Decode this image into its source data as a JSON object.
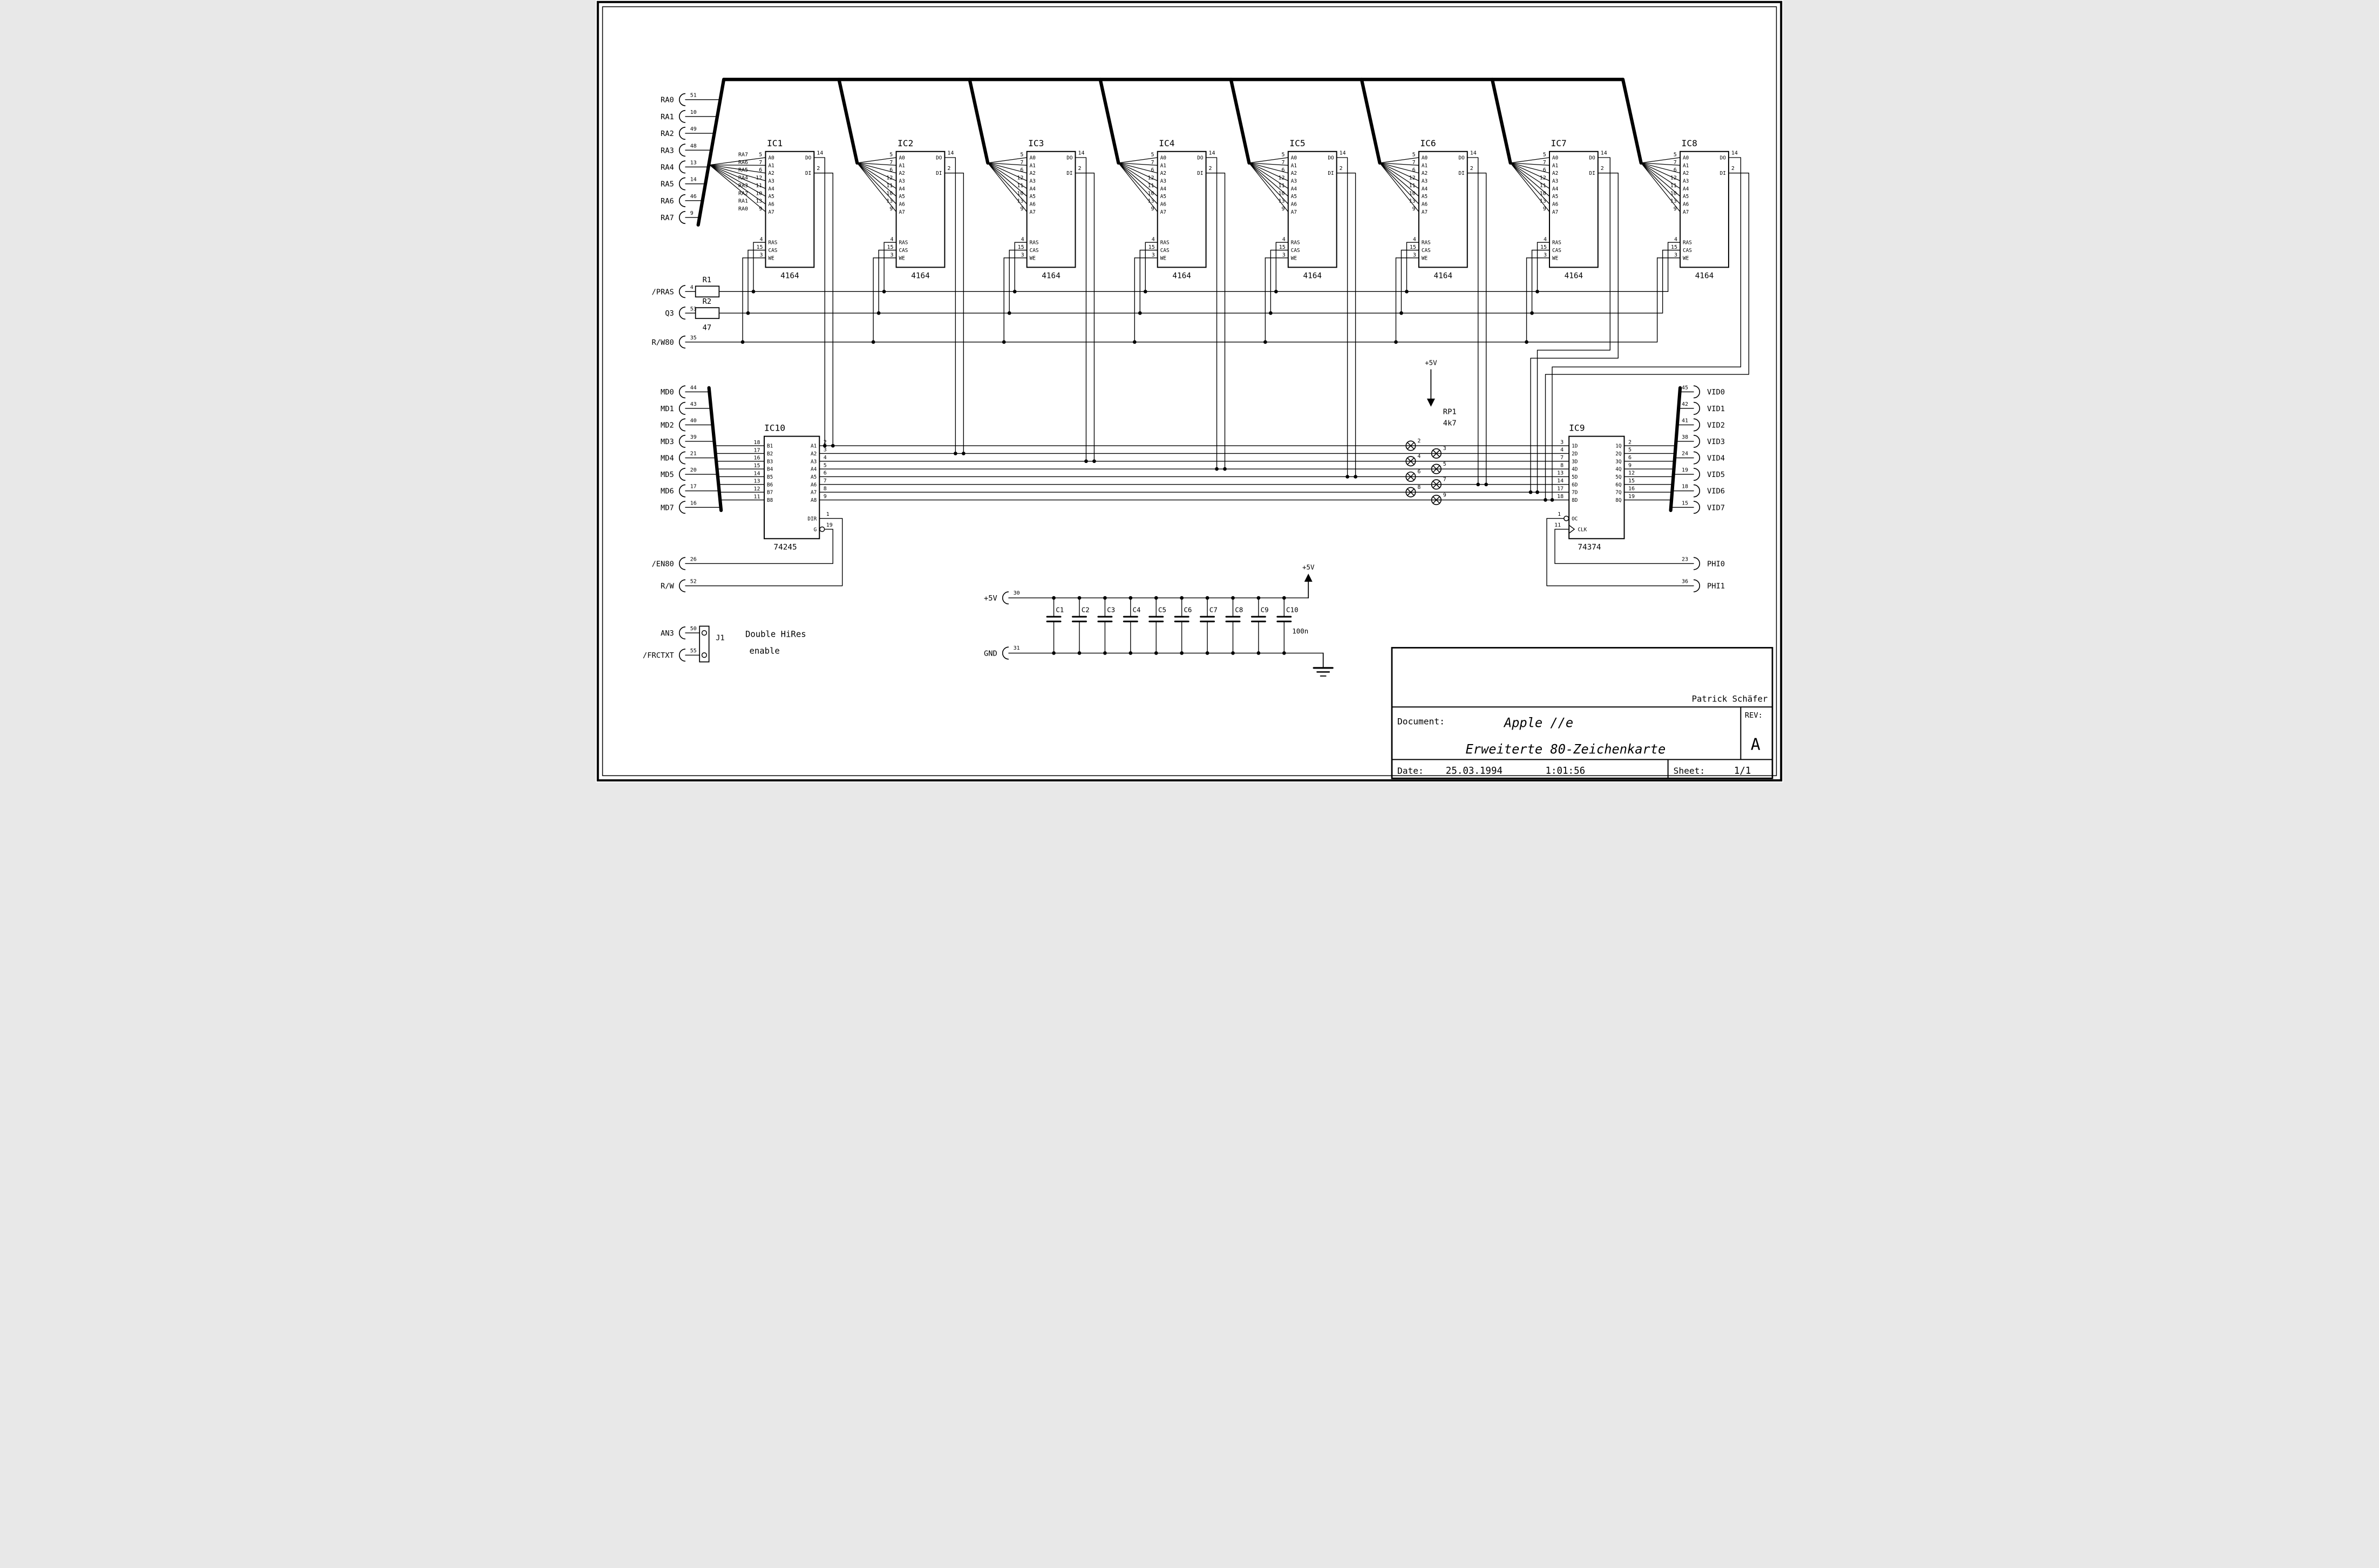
{
  "sheet": {
    "author": "Patrick Schäfer",
    "document_label": "Document:",
    "title1": "Apple //e",
    "title2": "Erweiterte 80-Zeichenkarte",
    "rev_label": "REV:",
    "rev": "A",
    "date_label": "Date:",
    "date": "25.03.1994",
    "time": "1:01:56",
    "sheet_label": "Sheet:",
    "sheet_no": "1/1"
  },
  "connectors": {
    "ra": [
      [
        "RA0",
        "51"
      ],
      [
        "RA1",
        "10"
      ],
      [
        "RA2",
        "49"
      ],
      [
        "RA3",
        "48"
      ],
      [
        "RA4",
        "13"
      ],
      [
        "RA5",
        "14"
      ],
      [
        "RA6",
        "46"
      ],
      [
        "RA7",
        "9"
      ]
    ],
    "ctrl": [
      [
        "/PRAS",
        "4"
      ],
      [
        "Q3",
        "53"
      ],
      [
        "R/W80",
        "35"
      ]
    ],
    "md": [
      [
        "MD0",
        "44"
      ],
      [
        "MD1",
        "43"
      ],
      [
        "MD2",
        "40"
      ],
      [
        "MD3",
        "39"
      ],
      [
        "MD4",
        "21"
      ],
      [
        "MD5",
        "20"
      ],
      [
        "MD6",
        "17"
      ],
      [
        "MD7",
        "16"
      ]
    ],
    "enable": [
      [
        "/EN80",
        "26"
      ],
      [
        "R/W",
        "52"
      ]
    ],
    "an": [
      [
        "AN3",
        "50"
      ],
      [
        "/FRCTXT",
        "55"
      ]
    ],
    "vid": [
      [
        "VID0",
        "45"
      ],
      [
        "VID1",
        "42"
      ],
      [
        "VID2",
        "41"
      ],
      [
        "VID3",
        "38"
      ],
      [
        "VID4",
        "24"
      ],
      [
        "VID5",
        "19"
      ],
      [
        "VID6",
        "18"
      ],
      [
        "VID7",
        "15"
      ]
    ],
    "phi": [
      [
        "PHI0",
        "23"
      ],
      [
        "PHI1",
        "36"
      ]
    ],
    "power": [
      [
        "+5V",
        "30"
      ],
      [
        "GND",
        "31"
      ]
    ]
  },
  "drams": {
    "refs": [
      "IC1",
      "IC2",
      "IC3",
      "IC4",
      "IC5",
      "IC6",
      "IC7",
      "IC8"
    ],
    "part": "4164",
    "addr_pins": [
      [
        "5",
        "A0"
      ],
      [
        "7",
        "A1"
      ],
      [
        "6",
        "A2"
      ],
      [
        "12",
        "A3"
      ],
      [
        "11",
        "A4"
      ],
      [
        "10",
        "A5"
      ],
      [
        "13",
        "A6"
      ],
      [
        "9",
        "A7"
      ]
    ],
    "do_pin": [
      "14",
      "DO"
    ],
    "di_pin": [
      "2",
      "DI"
    ],
    "ctrl_pins": [
      [
        "4",
        "RAS"
      ],
      [
        "15",
        "CAS"
      ],
      [
        "3",
        "WE"
      ]
    ],
    "ic1_wire_labels": [
      "RA7",
      "RA6",
      "RA5",
      "RA4",
      "RA3",
      "RA2",
      "RA1",
      "RA0"
    ]
  },
  "buffer": {
    "ref": "IC10",
    "part": "74245",
    "left_pins": [
      [
        "18",
        "B1"
      ],
      [
        "17",
        "B2"
      ],
      [
        "16",
        "B3"
      ],
      [
        "15",
        "B4"
      ],
      [
        "14",
        "B5"
      ],
      [
        "13",
        "B6"
      ],
      [
        "12",
        "B7"
      ],
      [
        "11",
        "B8"
      ]
    ],
    "right_pins": [
      [
        "2",
        "A1"
      ],
      [
        "3",
        "A2"
      ],
      [
        "4",
        "A3"
      ],
      [
        "5",
        "A4"
      ],
      [
        "6",
        "A5"
      ],
      [
        "7",
        "A6"
      ],
      [
        "8",
        "A7"
      ],
      [
        "9",
        "A8"
      ]
    ],
    "dir_pin": [
      "1",
      "DIR"
    ],
    "g_pin": [
      "19",
      "G"
    ]
  },
  "latch": {
    "ref": "IC9",
    "part": "74374",
    "left_pins": [
      [
        "3",
        "1D"
      ],
      [
        "4",
        "2D"
      ],
      [
        "7",
        "3D"
      ],
      [
        "8",
        "4D"
      ],
      [
        "13",
        "5D"
      ],
      [
        "14",
        "6D"
      ],
      [
        "17",
        "7D"
      ],
      [
        "18",
        "8D"
      ]
    ],
    "right_pins": [
      [
        "2",
        "1Q"
      ],
      [
        "5",
        "2Q"
      ],
      [
        "6",
        "3Q"
      ],
      [
        "9",
        "4Q"
      ],
      [
        "12",
        "5Q"
      ],
      [
        "15",
        "6Q"
      ],
      [
        "16",
        "7Q"
      ],
      [
        "19",
        "8Q"
      ]
    ],
    "oc_pin": [
      "1",
      "OC"
    ],
    "clk_pin": [
      "11",
      "CLK"
    ]
  },
  "resistors": {
    "r1": "R1",
    "r2": "R2",
    "value": "47"
  },
  "rpack": {
    "ref": "RP1",
    "value": "4k7",
    "supply": "+5V",
    "pin_numbers": [
      "2",
      "3",
      "4",
      "5",
      "6",
      "7",
      "8",
      "9"
    ]
  },
  "caps": {
    "refs": [
      "C1",
      "C2",
      "C3",
      "C4",
      "C5",
      "C6",
      "C7",
      "C8",
      "C9",
      "C10"
    ],
    "value": "100n",
    "supply": "+5V"
  },
  "jumper": {
    "ref": "J1",
    "note_line1": "Double HiRes",
    "note_line2": "enable"
  }
}
